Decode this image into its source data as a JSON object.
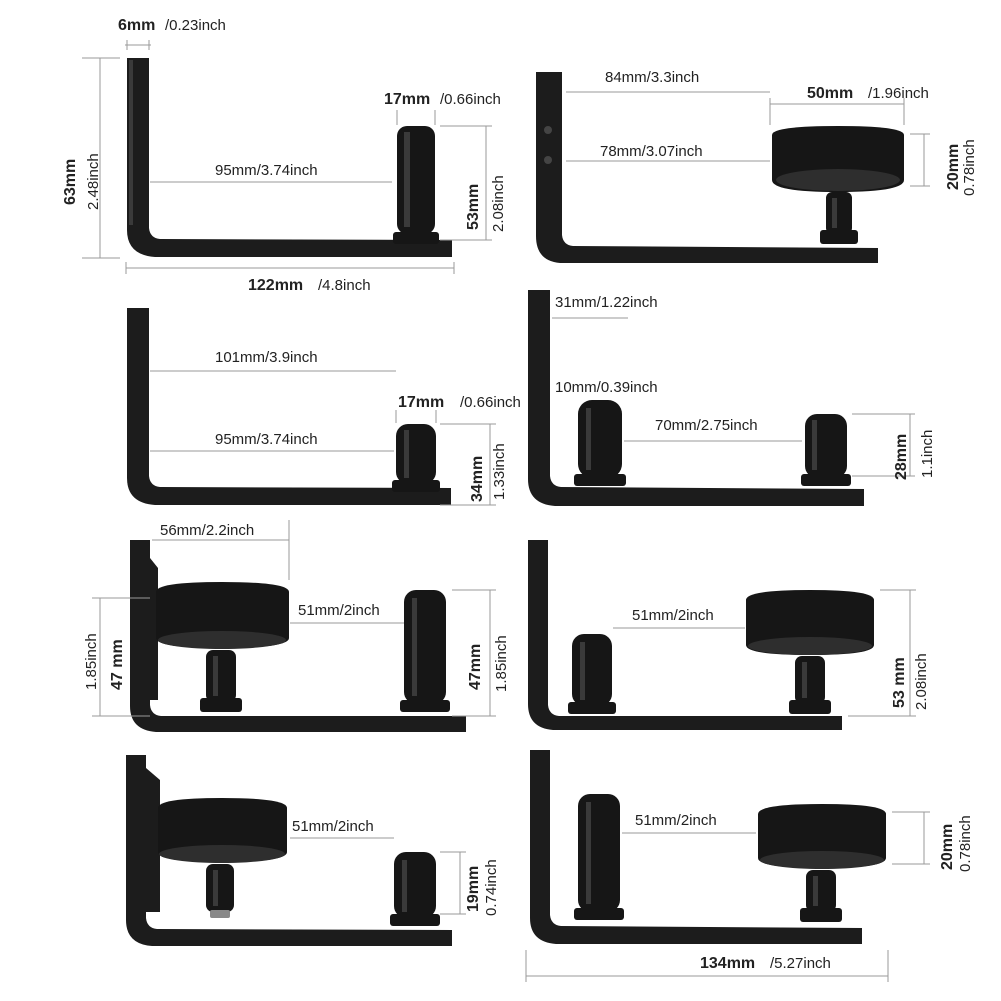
{
  "panels": [
    {
      "id": "p1",
      "labels": {
        "top_mm": "6mm",
        "top_in": "/0.23inch",
        "height_mm": "63mm",
        "height_in": "2.48inch",
        "gap_mm": "95mm",
        "gap_in": "/3.74inch",
        "roller_w_mm": "17mm",
        "roller_w_in": "/0.66inch",
        "roller_h_mm": "53mm",
        "roller_h_in": "2.08inch",
        "len_mm": "122mm",
        "len_in": "/4.8inch"
      }
    },
    {
      "id": "p2",
      "labels": {
        "l1": "84mm/3.3inch",
        "l2": "78mm/3.07inch",
        "wheel_mm": "50mm",
        "wheel_in": "/1.96inch",
        "wh_mm": "20mm",
        "wh_in": "0.78inch"
      }
    },
    {
      "id": "p3",
      "labels": {
        "l1": "101mm/3.9inch",
        "l2": "95mm/3.74inch",
        "roller_w_mm": "17mm",
        "roller_w_in": "/0.66inch",
        "h_mm": "34mm",
        "h_in": "1.33inch"
      }
    },
    {
      "id": "p4",
      "labels": {
        "l1": "31mm/1.22inch",
        "l2": "10mm/0.39inch",
        "l3": "70mm/2.75inch",
        "h_mm": "28mm",
        "h_in": "1.1inch"
      }
    },
    {
      "id": "p5",
      "labels": {
        "l1": "56mm/2.2inch",
        "l2": "51mm/2inch",
        "left_in": "1.85inch",
        "left_mm": "47 mm",
        "right_mm": "47mm",
        "right_in": "1.85inch"
      }
    },
    {
      "id": "p6",
      "labels": {
        "l1": "51mm/2inch",
        "h_mm": "53 mm",
        "h_in": "2.08inch"
      }
    },
    {
      "id": "p7",
      "labels": {
        "l1": "51mm/2inch",
        "h_mm": "19mm",
        "h_in": "0.74inch"
      }
    },
    {
      "id": "p8",
      "labels": {
        "l1": "51mm/2inch",
        "wh_mm": "20mm",
        "wh_in": "0.78inch",
        "len_mm": "134mm",
        "len_in": "/5.27inch"
      }
    }
  ]
}
